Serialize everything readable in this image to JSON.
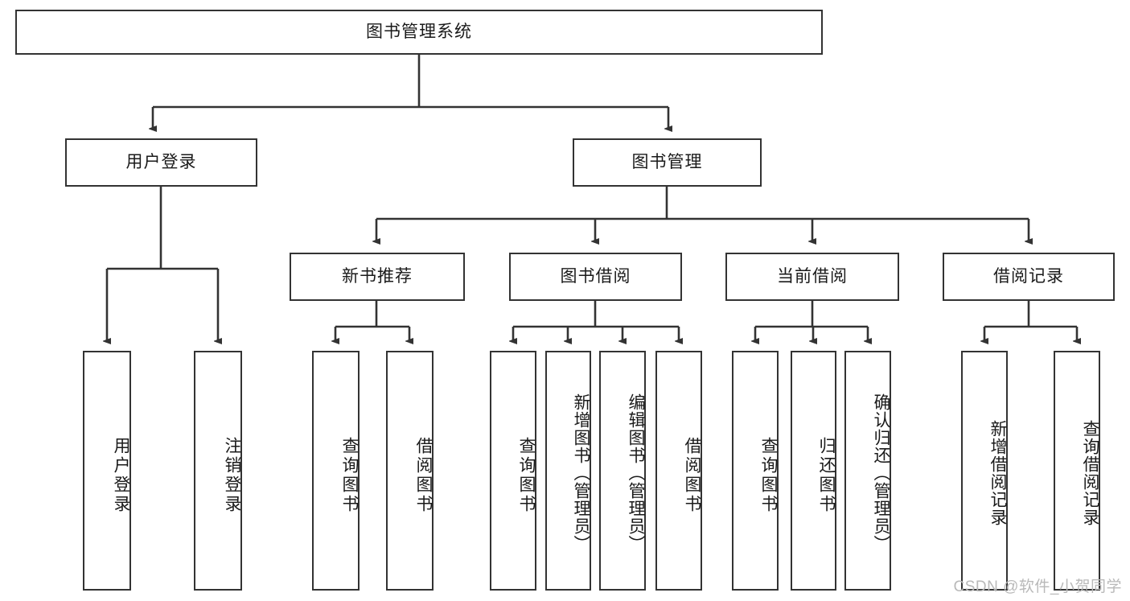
{
  "diagram": {
    "title": "图书管理系统",
    "root": {
      "id": "root",
      "label": "图书管理系统"
    },
    "level2": [
      {
        "id": "user-login",
        "label": "用户登录"
      },
      {
        "id": "book-manage",
        "label": "图书管理"
      }
    ],
    "level3": [
      {
        "id": "new-book-rec",
        "label": "新书推荐"
      },
      {
        "id": "book-borrow",
        "label": "图书借阅"
      },
      {
        "id": "current-borrow",
        "label": "当前借阅"
      },
      {
        "id": "borrow-record",
        "label": "借阅记录"
      }
    ],
    "leaves": [
      {
        "id": "leaf-user-login",
        "label": "用户登录"
      },
      {
        "id": "leaf-logout-login",
        "label": "注销登录"
      },
      {
        "id": "leaf-query-book-1",
        "label": "查询图书"
      },
      {
        "id": "leaf-borrow-book-1",
        "label": "借阅图书"
      },
      {
        "id": "leaf-query-book-2",
        "label": "查询图书"
      },
      {
        "id": "leaf-add-book-admin",
        "label": "新增图书（管理员）"
      },
      {
        "id": "leaf-edit-book-admin",
        "label": "编辑图书（管理员）"
      },
      {
        "id": "leaf-borrow-book-2",
        "label": "借阅图书"
      },
      {
        "id": "leaf-query-book-3",
        "label": "查询图书"
      },
      {
        "id": "leaf-return-book",
        "label": "归还图书"
      },
      {
        "id": "leaf-confirm-return-admin",
        "label": "确认归还（管理员）"
      },
      {
        "id": "leaf-add-borrow-record",
        "label": "新增借阅记录"
      },
      {
        "id": "leaf-query-borrow-record",
        "label": "查询借阅记录"
      }
    ]
  },
  "watermark": {
    "text": "CSDN @软件_小贺同学"
  },
  "colors": {
    "stroke": "#333333",
    "background": "#ffffff",
    "text": "#1a1a1a",
    "watermark": "#b9b9b9"
  }
}
